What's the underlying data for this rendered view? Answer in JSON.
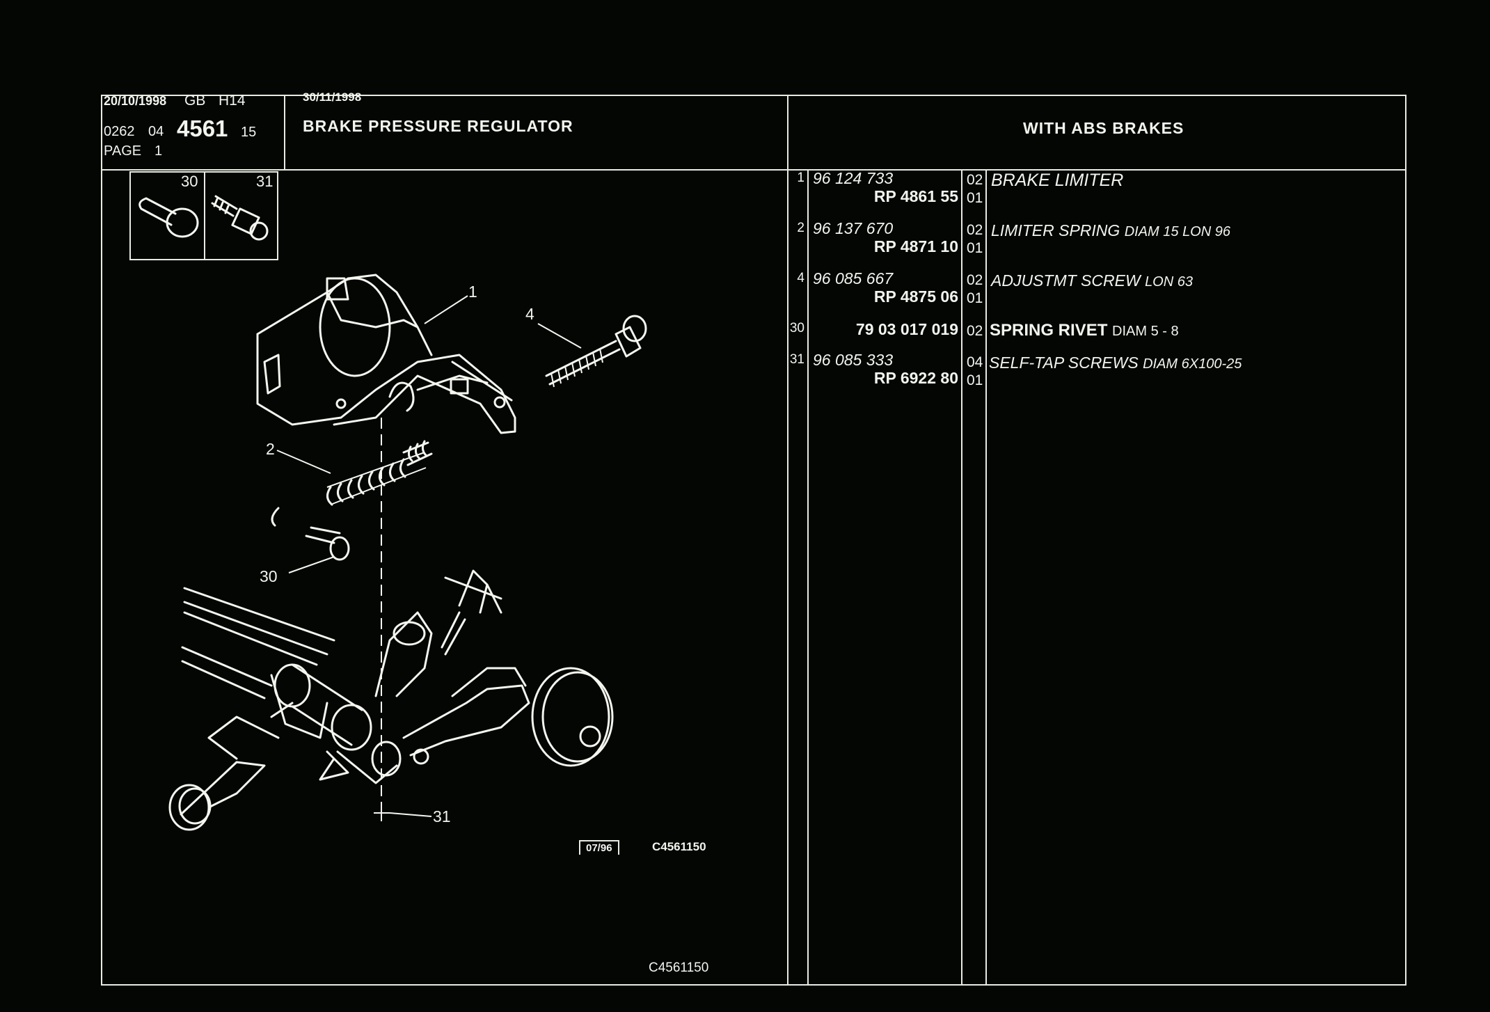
{
  "header": {
    "date": "20/10/1998",
    "lang": "GB",
    "model": "H14",
    "code_prefix": "0262",
    "code_group": "04",
    "code_main": "4561",
    "code_suffix": "15",
    "page_label": "PAGE",
    "page_num": "1",
    "update_date": "30/11/1998",
    "title": "BRAKE PRESSURE REGULATOR",
    "condition": "WITH ABS BRAKES"
  },
  "thumbnails": [
    {
      "ref": "30",
      "icon": "rivet-icon"
    },
    {
      "ref": "31",
      "icon": "screw-icon"
    }
  ],
  "diagram": {
    "callouts": [
      "1",
      "2",
      "4",
      "30",
      "31"
    ],
    "stamp": "07/96",
    "code": "C4561150",
    "footer_code": "C4561150"
  },
  "parts": [
    {
      "ref": "1",
      "part_no": "96 124 733",
      "rp": "RP  4861 55",
      "qty1": "02",
      "qty2": "01",
      "desc_bold": "BRAKE LIMITER",
      "desc_rest": ""
    },
    {
      "ref": "2",
      "part_no": "96 137 670",
      "rp": "RP  4871 10",
      "qty1": "02",
      "qty2": "01",
      "desc_bold": "LIMITER SPRING",
      "desc_rest": "DIAM 15 LON 96"
    },
    {
      "ref": "4",
      "part_no": "96 085 667",
      "rp": "RP  4875 06",
      "qty1": "02",
      "qty2": "01",
      "desc_bold": "ADJUSTMT SCREW",
      "desc_rest": "LON 63"
    },
    {
      "ref": "30",
      "part_no": "",
      "rp": "79 03 017 019",
      "qty1": "02",
      "qty2": "",
      "desc_bold": "SPRING RIVET",
      "desc_rest": "DIAM 5 - 8"
    },
    {
      "ref": "31",
      "part_no": "96 085 333",
      "rp": "RP  6922 80",
      "qty1": "04",
      "qty2": "01",
      "desc_bold": "SELF-TAP SCREWS",
      "desc_rest": "DIAM 6X100-25"
    }
  ],
  "colors": {
    "background": "#030603",
    "ink": "#f2f5ee"
  }
}
